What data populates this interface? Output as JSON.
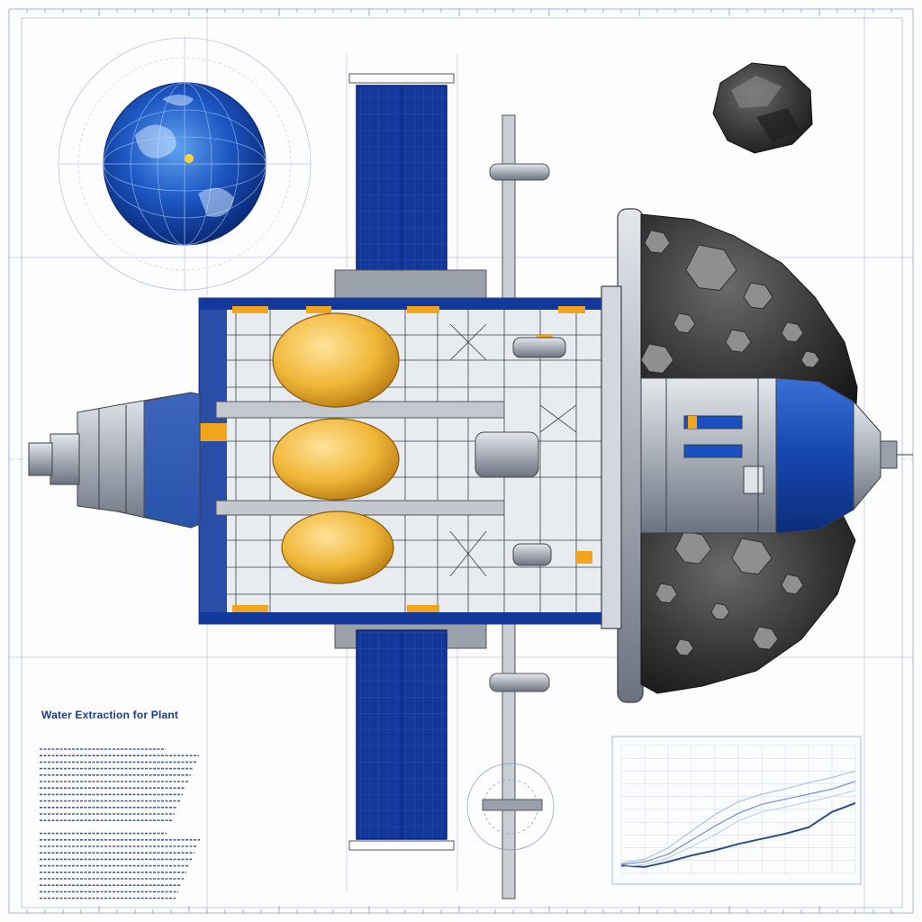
{
  "title": "Water Extraction for Plant",
  "colors": {
    "blueprint_line": "#7d9bc7",
    "panel_blue": "#13389c",
    "hull_gray": "#b9bec6",
    "tank_gold": "#f0b738",
    "rock_dark": "#2b2b2b",
    "accent_orange": "#f2a51a"
  },
  "icons": [
    "planet-icon",
    "asteroid-icon"
  ],
  "chart_data": {
    "type": "line",
    "title": "",
    "xlabel": "",
    "ylabel": "",
    "x": [
      0,
      1,
      2,
      3,
      4,
      5,
      6,
      7,
      8,
      9,
      10
    ],
    "xlim": [
      0,
      10
    ],
    "ylim": [
      0,
      10
    ],
    "grid": true,
    "series": [
      {
        "values": [
          0.6,
          0.5,
          0.9,
          1.4,
          1.8,
          2.3,
          2.7,
          3.1,
          3.6,
          4.8,
          5.5
        ]
      },
      {
        "values": [
          0.7,
          0.9,
          1.5,
          2.6,
          3.7,
          4.7,
          5.4,
          5.8,
          6.2,
          6.6,
          7.2
        ]
      },
      {
        "values": [
          0.8,
          1.1,
          2.0,
          3.3,
          4.6,
          5.6,
          6.2,
          6.6,
          7.1,
          7.5,
          8.0
        ]
      },
      {
        "values": [
          0.5,
          0.7,
          1.2,
          2.1,
          3.0,
          4.1,
          4.8,
          5.2,
          5.6,
          6.0,
          6.5
        ]
      }
    ]
  }
}
